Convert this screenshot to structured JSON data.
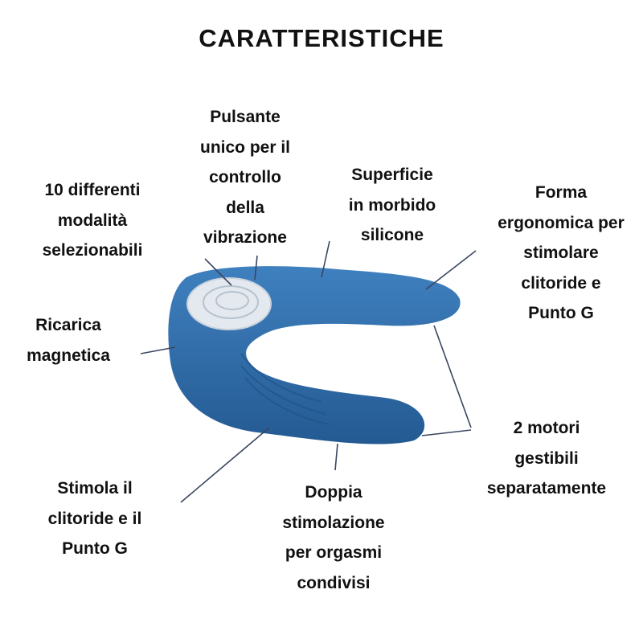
{
  "title": "CARATTERISTICHE",
  "labels": {
    "button": [
      "Pulsante",
      "unico per il",
      "controllo",
      "della",
      "vibrazione"
    ],
    "modes": [
      "10 differenti",
      "modalità",
      "selezionabili"
    ],
    "surface": [
      "Superficie",
      "in morbido",
      "silicone"
    ],
    "shape": [
      "Forma",
      "ergonomica per",
      "stimolare",
      "clitoride e",
      "Punto G"
    ],
    "charging": [
      "Ricarica",
      "magnetica"
    ],
    "motors": [
      "2 motori",
      "gestibili",
      "separatamente"
    ],
    "stimulates": [
      "Stimola il",
      "clitoride e il",
      "Punto G"
    ],
    "double": [
      "Doppia",
      "stimolazione",
      "per orgasmi",
      "condivisi"
    ]
  },
  "colors": {
    "device": "#2f6aa6",
    "button": "#e4e9ef",
    "line": "#3a4660"
  }
}
